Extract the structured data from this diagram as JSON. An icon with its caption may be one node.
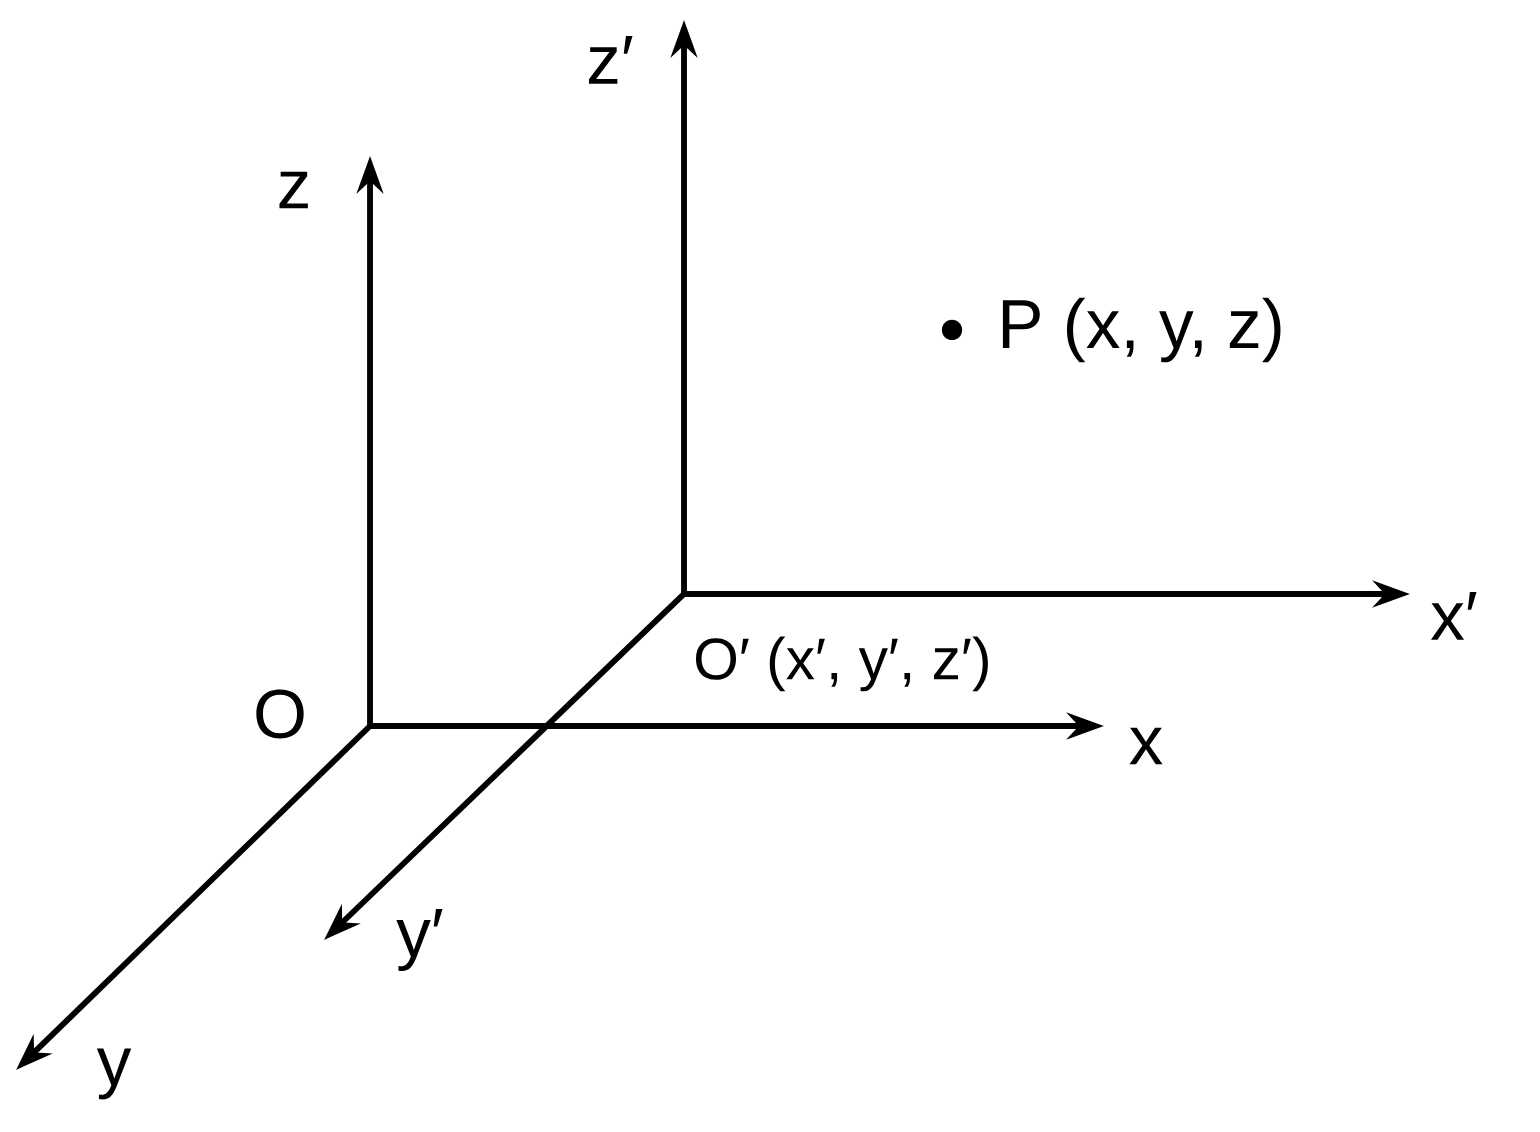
{
  "diagram": {
    "labels": [
      "z′",
      "z",
      "P (x, y, z)",
      "x′",
      "O",
      "O′ (x′, y′, z′)",
      "x",
      "y′",
      "y"
    ]
  }
}
